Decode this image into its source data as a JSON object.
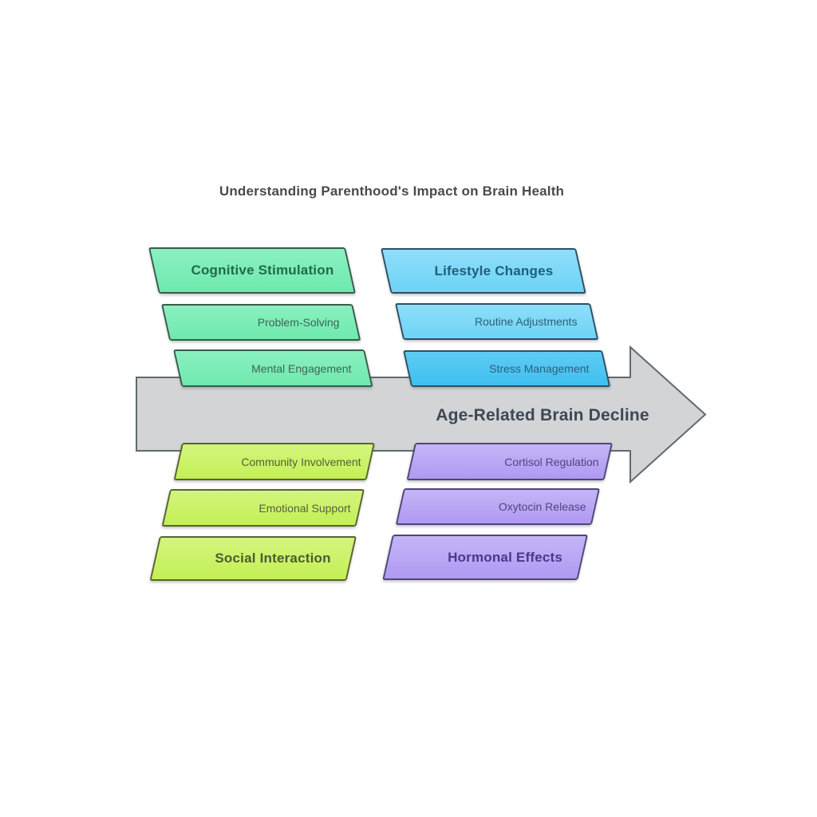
{
  "title": "Understanding Parenthood's Impact on Brain Health",
  "arrow": {
    "label": "Age-Related Brain Decline"
  },
  "groups": [
    {
      "name": "Cognitive Stimulation",
      "position": "top-left",
      "accent": "#7BEDB6",
      "text_color": "#1F6B4A",
      "items": [
        "Problem-Solving",
        "Mental Engagement"
      ]
    },
    {
      "name": "Lifestyle Changes",
      "position": "top-right",
      "accent": "#7ED9F8",
      "text_color": "#1E5F7A",
      "items": [
        "Routine Adjustments",
        "Stress Management"
      ]
    },
    {
      "name": "Social Interaction",
      "position": "bottom-left",
      "accent": "#CBF268",
      "text_color": "#4D5B30",
      "items": [
        "Community Involvement",
        "Emotional Support"
      ]
    },
    {
      "name": "Hormonal Effects",
      "position": "bottom-right",
      "accent": "#BAA8F4",
      "text_color": "#48398F",
      "items": [
        "Cortisol Regulation",
        "Oxytocin Release"
      ]
    }
  ],
  "colors": {
    "background": "#FFFFFF",
    "arrow_fill": "#D3D4D5",
    "arrow_outline": "#5F6A72",
    "title_text": "#4A4A4A",
    "arrow_text": "#3C4856"
  }
}
